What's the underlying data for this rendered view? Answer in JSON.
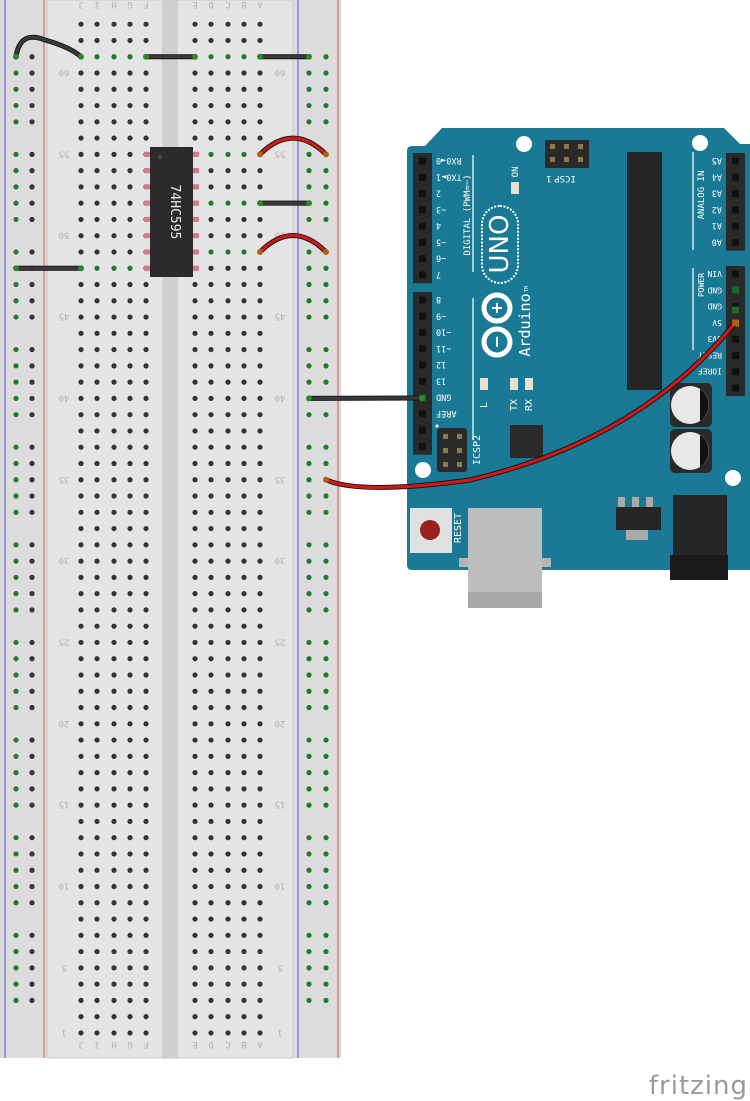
{
  "breadboard": {
    "left_columns": [
      "J",
      "I",
      "H",
      "G",
      "F"
    ],
    "right_columns": [
      "E",
      "D",
      "C",
      "B",
      "A"
    ],
    "row_labels": [
      "1",
      "5",
      "10",
      "15",
      "20",
      "25",
      "30",
      "35",
      "40",
      "45",
      "50",
      "55",
      "60"
    ]
  },
  "ic": {
    "label": "74HC595"
  },
  "arduino": {
    "logo_text": "Arduino",
    "trademark": "TM",
    "model": "UNO",
    "digital_label": "DIGITAL (PWM=~)",
    "analog_label": "ANALOG IN",
    "power_label": "POWER",
    "icsp_label": "ICSP",
    "icsp_pin1": "1",
    "icsp2_label": "ICSP2",
    "reset_label": "RESET",
    "on_label": "ON",
    "led_labels": [
      "L",
      "TX",
      "RX"
    ],
    "digital_pins_a": [
      "RX0◄0",
      "TX0►1",
      "2",
      "~3",
      "4",
      "~5",
      "~6",
      "7"
    ],
    "digital_pins_b": [
      "8",
      "~9",
      "~10",
      "~11",
      "12",
      "13",
      "GND",
      "AREF"
    ],
    "analog_pins": [
      "A5",
      "A4",
      "A3",
      "A2",
      "A1",
      "A0"
    ],
    "power_pins": [
      "VIN",
      "GND",
      "GND",
      "5V",
      "3V3",
      "RESET",
      "IOREF"
    ]
  },
  "colors": {
    "board": "#1a7a96",
    "breadboard": "#dcdcdc",
    "wire_black": "#3a3a3a",
    "wire_red": "#cc1a1a",
    "connected": "#1f7a2a",
    "rail_blue": "#6a6ae0",
    "rail_red": "#e06a6a"
  },
  "footer": {
    "logo": "fritzing"
  }
}
